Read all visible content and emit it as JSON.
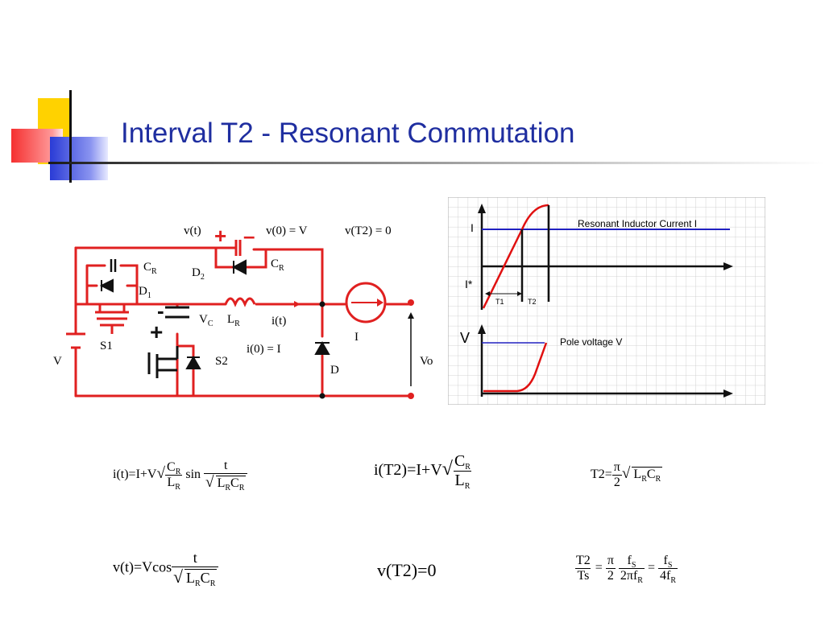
{
  "slide": {
    "title": "Interval T2 - Resonant Commutation"
  },
  "colors": {
    "title": "#1f2ea0",
    "circuit": "#e02020",
    "deco_yellow": "#ffd200",
    "deco_blue": "#2a3bd6",
    "deco_red": "#f53030",
    "graph_blue": "#2020c0",
    "graph_red": "#e01010"
  },
  "circuit": {
    "vt": "v(t)",
    "v0": "v(0) = V",
    "vT2": "v(T2) = 0",
    "cr": "C",
    "cr_sub": "R",
    "d2": "D",
    "d2_sub": "2",
    "d1": "D",
    "d1_sub": "1",
    "vc": "V",
    "vc_sub": "C",
    "lr": "L",
    "lr_sub": "R",
    "it": "i(t)",
    "i0": "i(0) = I",
    "s1": "S1",
    "s2": "S2",
    "v": "V",
    "i": "I",
    "d": "D",
    "vo": "Vo",
    "plus": "+",
    "minus": "-"
  },
  "graph": {
    "current_label": "Resonant Inductor Current  I",
    "i_label": "I",
    "istar_label": "I*",
    "t1_label": "T1",
    "t2_label": "T2",
    "v_label": "V",
    "pole_label": "Pole voltage V"
  },
  "equations": {
    "eq1": {
      "lhs": "i(t)=I+V",
      "cr": "C",
      "lr": "L",
      "sub": "R",
      "sin": "sin",
      "t": "t"
    },
    "eq2": {
      "lhs": "i(T2)=I+V",
      "c": "C",
      "l": "L",
      "sub": "R"
    },
    "eq3": {
      "lhs": "T2=",
      "pi": "π",
      "two": "2",
      "l": "L",
      "c": "C",
      "sub": "R"
    },
    "eq4": {
      "lhs": "v(t)=Vcos",
      "t": "t",
      "l": "L",
      "c": "C",
      "sub": "R"
    },
    "eq5": {
      "text": "v(T2)=0"
    },
    "eq6": {
      "t2": "T2",
      "ts": "Ts",
      "eq": "=",
      "pi": "π",
      "two": "2",
      "fs": "f",
      "fs_sub": "S",
      "twopifr": "2πf",
      "fr_sub": "R",
      "fourfr": "4f"
    }
  }
}
